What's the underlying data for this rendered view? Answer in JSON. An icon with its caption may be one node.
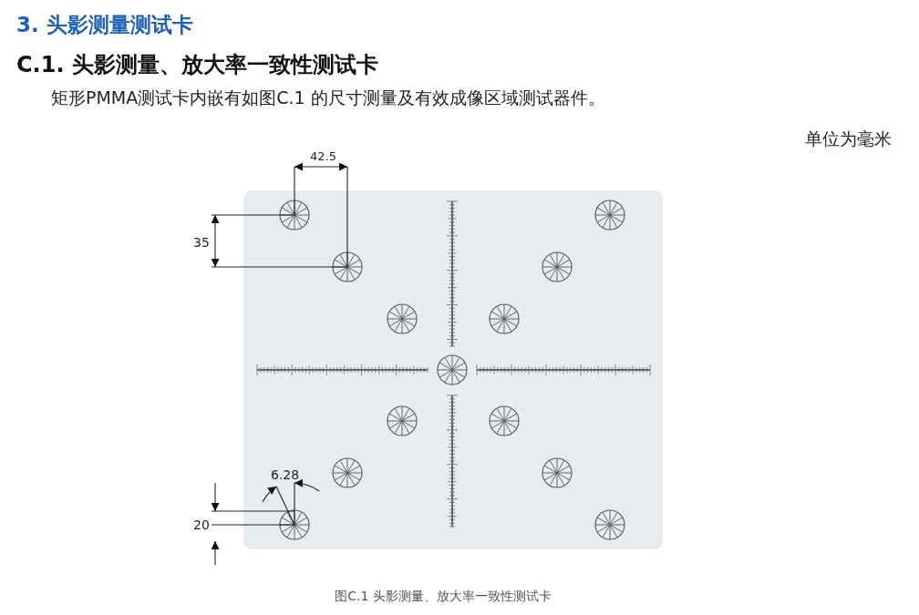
{
  "diagram": {
    "title": "3. 头影测量测试卡",
    "caption": "图C.1  头影测量、放大率一致性测试卡",
    "labels": [
      "C.1. 头影测量、放大率一致性测试卡",
      "矩形PMMA测试卡内嵌有如图C.1 的尺寸测量及有效成像区域测试器件。",
      "单位为毫米",
      "42.5",
      "35",
      "6.28",
      "20"
    ]
  }
}
